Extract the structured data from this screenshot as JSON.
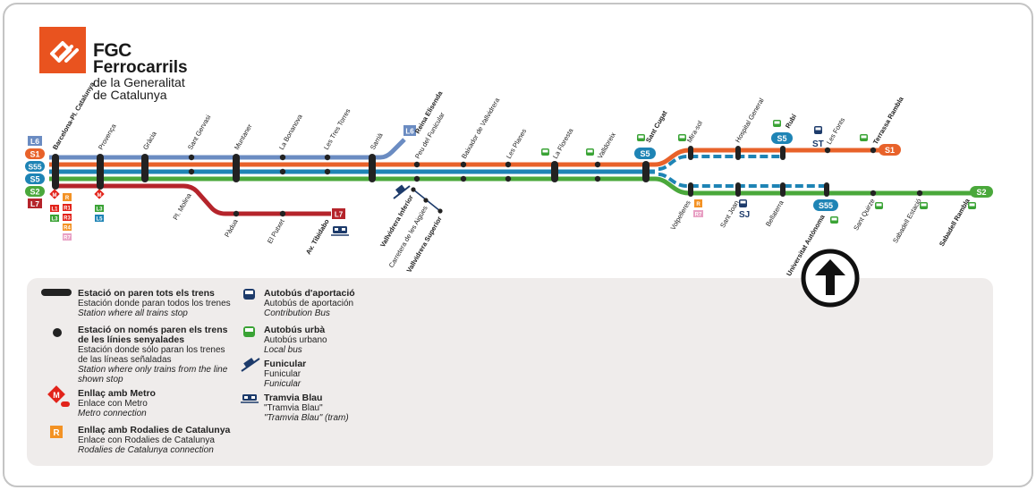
{
  "brand": {
    "name": "FGC",
    "line1": "Ferrocarrils",
    "line2": "de la Generalitat",
    "line3": "de Catalunya",
    "color": "#e9531f"
  },
  "lines": {
    "L6": {
      "label": "L6",
      "color": "#6b8cc2"
    },
    "S1": {
      "label": "S1",
      "color": "#e8622a"
    },
    "S55": {
      "label": "S55",
      "color": "#1e84b5"
    },
    "S5": {
      "label": "S5",
      "color": "#1e84b5"
    },
    "S2": {
      "label": "S2",
      "color": "#4aa83b"
    },
    "L7": {
      "label": "L7",
      "color": "#b5242b"
    },
    "SJ": {
      "label": "SJ"
    },
    "ST": {
      "label": "ST"
    }
  },
  "stations": {
    "barcelona": "Barcelona-Pl. Catalunya",
    "provenca": "Provença",
    "gracia": "Gràcia",
    "sant_gervasi": "Sant Gervasi",
    "muntaner": "Muntaner",
    "la_bonanova": "La Bonanova",
    "les_tres_torres": "Les Tres Torres",
    "sarria": "Sarrià",
    "reina_elisenda": "Reina Elisenda",
    "peu_funicular": "Peu del Funicular",
    "baixador_vallvidrera": "Baixador de Vallvidrera",
    "les_planes": "Les Planes",
    "la_floresta": "La Floresta",
    "valldoreix": "Valldoreix",
    "sant_cugat": "Sant Cugat",
    "mira_sol": "Mira-sol",
    "hospital_general": "Hospital General",
    "rubi": "Rubí",
    "les_fonts": "Les Fonts",
    "terrassa_rambla": "Terrassa Rambla",
    "volpelleres": "Volpelleres",
    "sant_joan": "Sant Joan",
    "bellaterra": "Bellaterra",
    "universitat_autonoma": "Universitat Autònoma",
    "sant_quirze": "Sant Quirze",
    "sabadell_estacio": "Sabadell Estació",
    "sabadell_rambla": "Sabadell Rambla",
    "pl_molina": "Pl. Molina",
    "padua": "Pàdua",
    "el_putxet": "El Putxet",
    "av_tibidabo": "Av. Tibidabo",
    "vallvidrera_inferior": "Vallvidrera Inferior",
    "carretera_aigues": "Carretera de les Aigües",
    "vallvidrera_superior": "Vallvidrera Superior"
  },
  "connections": {
    "l1": "L1",
    "l3": "L3",
    "l5": "L5",
    "r1": "R1",
    "r3": "R3",
    "r4": "R4",
    "r7": "R7",
    "r": "R",
    "metro_letter": "M"
  },
  "colors": {
    "metro_red": "#e2231a",
    "rodalies_orange": "#f39224",
    "bus_navy": "#1d3b6b",
    "bus_green": "#3aa335",
    "legend_bg": "#efeceb"
  },
  "legend": {
    "all_trains": {
      "ca": "Estació on paren tots els trens",
      "es": "Estación donde paran todos los trenes",
      "en": "Station where all trains stop"
    },
    "some_trains": {
      "ca1": "Estació on només paren els trens",
      "ca2": "de les línies senyalades",
      "es1": "Estación donde sólo paran los trenes",
      "es2": "de las líneas señaladas",
      "en1": "Station where only trains from the line",
      "en2": "shown stop"
    },
    "metro": {
      "ca": "Enllaç amb Metro",
      "es": "Enlace con Metro",
      "en": "Metro connection"
    },
    "rodalies": {
      "ca": "Enllaç amb Rodalies de Catalunya",
      "es": "Enlace con Rodalies de Catalunya",
      "en": "Rodalies de Catalunya connection"
    },
    "feeder_bus": {
      "ca": "Autobús d'aportació",
      "es": "Autobús de aportación",
      "en": "Contribution Bus"
    },
    "urban_bus": {
      "ca": "Autobús urbà",
      "es": "Autobús urbano",
      "en": "Local bus"
    },
    "funicular": {
      "ca": "Funicular",
      "es": "Funicular",
      "en": "Funicular"
    },
    "tram": {
      "ca": "Tramvia Blau",
      "es": "\"Tramvia Blau\"",
      "en": "\"Tramvia Blau\" (tram)"
    }
  }
}
